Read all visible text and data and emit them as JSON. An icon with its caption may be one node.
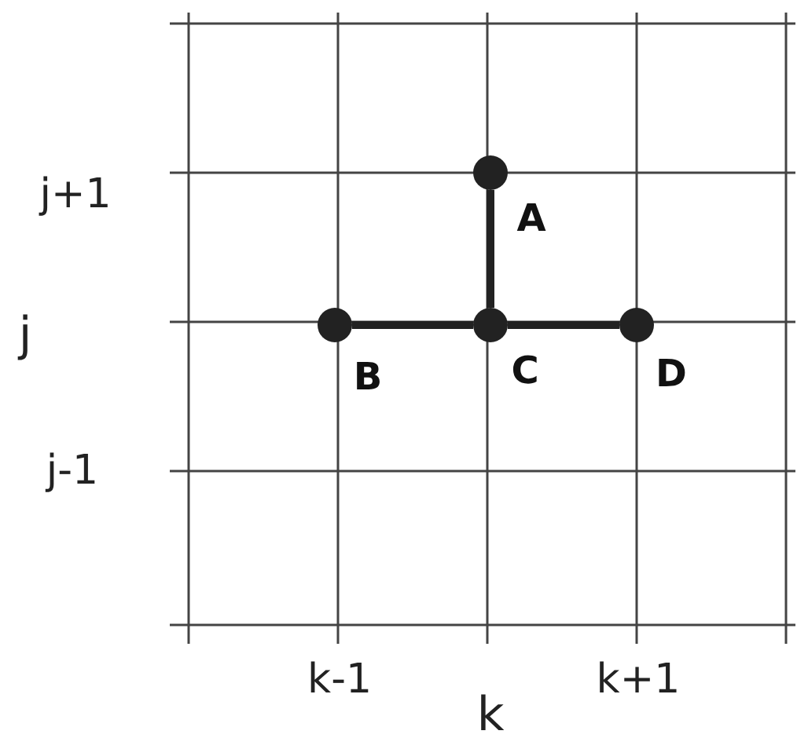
{
  "diagram": {
    "nodes": [
      {
        "text": [],
        "shape": "circle",
        "beside": [
          "A"
        ]
      },
      {
        "text": [],
        "shape": "circle",
        "beside": [
          "B"
        ]
      },
      {
        "text": [],
        "shape": "circle",
        "beside": [
          "C"
        ]
      },
      {
        "text": [],
        "shape": "circle",
        "beside": [
          "D"
        ]
      }
    ],
    "edges": [
      {
        "from": 2,
        "to": 0,
        "arrow": "none"
      },
      {
        "from": 2,
        "to": 1,
        "arrow": "none"
      },
      {
        "from": 2,
        "to": 3,
        "arrow": "none"
      }
    ],
    "labels": [
      "j+1",
      "j",
      "j-1",
      "k-1",
      "k+1",
      "k"
    ]
  }
}
